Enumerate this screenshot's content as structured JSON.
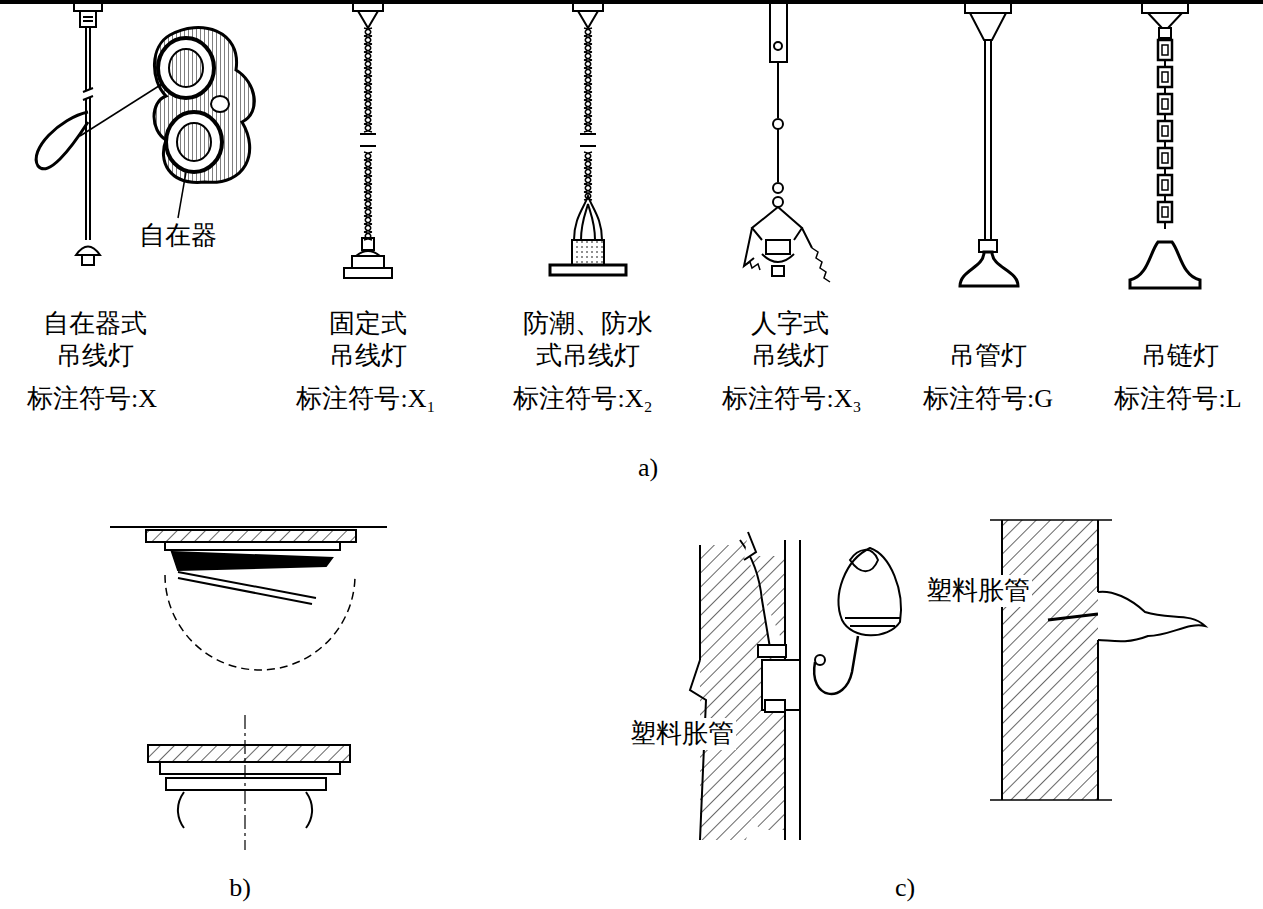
{
  "diagram": {
    "labels": [
      "自在器",
      "自在器式 吊线灯",
      "标注符号:X",
      "固定式 吊线灯",
      "标注符号:X₁",
      "防潮、防水 式吊线灯",
      "标注符号:X₂",
      "人字式 吊线灯",
      "标注符号:X₃",
      "吊管灯",
      "标注符号:G",
      "吊链灯",
      "标注符号:L",
      "a)",
      "b)",
      "c)",
      "塑料胀管",
      "塑料胀管"
    ]
  }
}
